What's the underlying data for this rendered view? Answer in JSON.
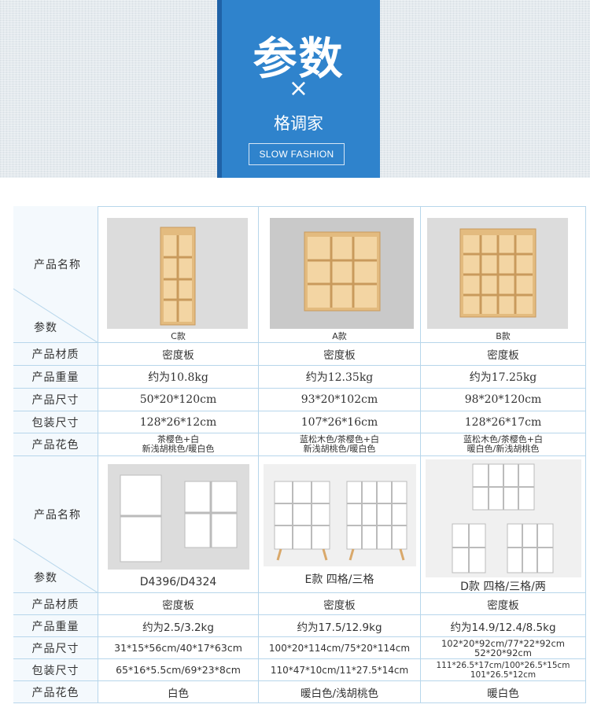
{
  "banner": {
    "title": "参数",
    "cross": "×",
    "subtitle": "格调家",
    "tag": "SLOW FASHION"
  },
  "header_cell": {
    "top": "产品名称",
    "bottom": "参数"
  },
  "labels": {
    "material": "产品材质",
    "weight": "产品重量",
    "size": "产品尺寸",
    "package": "包装尺寸",
    "color": "产品花色"
  },
  "group1": {
    "products": [
      {
        "caption": "C款",
        "material": "密度板",
        "weight": "约为10.8kg",
        "size": "50*20*120cm",
        "package": "128*26*12cm",
        "colors": [
          "茶樱色+白",
          "新浅胡桃色/暖白色"
        ]
      },
      {
        "caption": "A款",
        "material": "密度板",
        "weight": "约为12.35kg",
        "size": "93*20*102cm",
        "package": "107*26*16cm",
        "colors": [
          "蓝松木色/茶樱色+白",
          "新浅胡桃色/暖白色"
        ]
      },
      {
        "caption": "B款",
        "material": "密度板",
        "weight": "约为17.25kg",
        "size": "98*20*120cm",
        "package": "128*26*17cm",
        "colors": [
          "蓝松木色/茶樱色+白",
          "暖白色/新浅胡桃色"
        ]
      }
    ]
  },
  "group2": {
    "products": [
      {
        "caption": "D4396/D4324",
        "material": "密度板",
        "weight": "约为2.5/3.2kg",
        "size": [
          "31*15*56cm/40*17*63cm"
        ],
        "package": [
          "65*16*5.5cm/69*23*8cm"
        ],
        "color": "白色"
      },
      {
        "caption": "E款 四格/三格",
        "material": "密度板",
        "weight": "约为17.5/12.9kg",
        "size": [
          "100*20*114cm/75*20*114cm"
        ],
        "package": [
          "110*47*10cm/11*27.5*14cm"
        ],
        "color": "暖白色/浅胡桃色"
      },
      {
        "caption": "D款 四格/三格/两",
        "material": "密度板",
        "weight": "约为14.9/12.4/8.5kg",
        "size": [
          "102*20*92cm/77*22*92cm",
          "52*20*92cm"
        ],
        "package": [
          "111*26.5*17cm/100*26.5*15cm",
          "101*26.5*12cm"
        ],
        "color": "暖白色"
      }
    ]
  },
  "colors": {
    "accent": "#2f83cc",
    "border": "#b7d6eb",
    "wood": "#e3bb7f",
    "white_shelf": "#ffffff"
  }
}
